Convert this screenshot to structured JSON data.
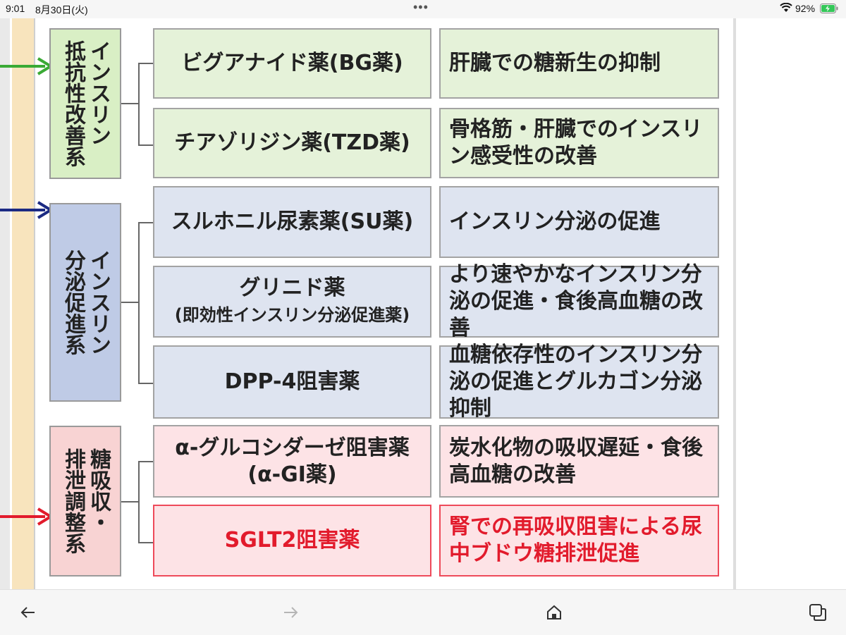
{
  "status_bar": {
    "time": "9:01",
    "date": "8月30日(火)",
    "more_dots": "•••",
    "battery_percent": "92%"
  },
  "colors": {
    "green_arrow": "#3aaa35",
    "navy_arrow": "#1b2a83",
    "red_arrow": "#e21b2c",
    "red_text": "#e21b2c"
  },
  "categories": [
    {
      "label": "インスリン\n抵抗性改善系"
    },
    {
      "label": "インスリン\n分泌促進系"
    },
    {
      "label": "糖吸収・\n排泄調整系"
    }
  ],
  "rows": [
    {
      "drug": "ビグアナイド薬(BG薬)",
      "effect": "肝臓での糖新生の抑制"
    },
    {
      "drug": "チアゾリジン薬(TZD薬)",
      "effect": "骨格筋・肝臓でのインスリン感受性の改善"
    },
    {
      "drug": "スルホニル尿素薬(SU薬)",
      "effect": "インスリン分泌の促進"
    },
    {
      "drug": "グリニド薬",
      "drug_sub": "(即効性インスリン分泌促進薬)",
      "effect": "より速やかなインスリン分泌の促進・食後高血糖の改善"
    },
    {
      "drug": "DPP-4阻害薬",
      "effect": "血糖依存性のインスリン分泌の促進とグルカゴン分泌抑制"
    },
    {
      "drug": "α-グルコシダーゼ阻害薬",
      "drug_sub": "(α-GI薬)",
      "effect": "炭水化物の吸収遅延・食後高血糖の改善"
    },
    {
      "drug": "SGLT2阻害薬",
      "effect": "腎での再吸収阻害による尿中ブドウ糖排泄促進"
    }
  ]
}
